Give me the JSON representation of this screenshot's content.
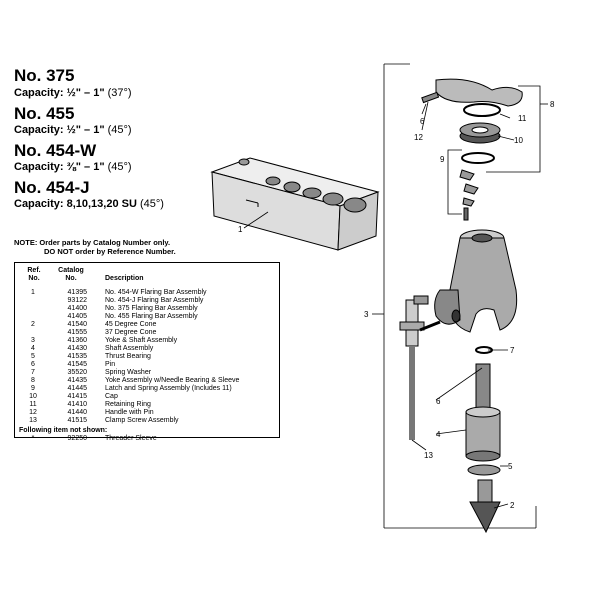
{
  "models": [
    {
      "number": "No. 375",
      "capacity": "Capacity: ",
      "range": "½\" – 1\"",
      "angle": "(37°)"
    },
    {
      "number": "No. 455",
      "capacity": "Capacity: ",
      "range": "½\" – 1\"",
      "angle": "(45°)"
    },
    {
      "number": "No. 454-W",
      "capacity": "Capacity: ",
      "range": "⅜\" – 1\"",
      "angle": "(45°)"
    },
    {
      "number": "No. 454-J",
      "capacity": "Capacity: ",
      "range": "8,10,13,20 SU",
      "angle": "(45°)"
    }
  ],
  "note": {
    "line1": "NOTE: Order parts by Catalog Number only.",
    "line2": "DO NOT order by Reference Number."
  },
  "table": {
    "headers": {
      "ref": "Ref.\nNo.",
      "catalog": "Catalog\nNo.",
      "description": "Description"
    },
    "rows": [
      {
        "ref": "1",
        "catalog": "41395",
        "description": "No. 454-W Flaring Bar Assembly"
      },
      {
        "ref": "",
        "catalog": "93122",
        "description": "No. 454-J Flaring Bar Assembly"
      },
      {
        "ref": "",
        "catalog": "41400",
        "description": "No. 375 Flaring Bar Assembly"
      },
      {
        "ref": "",
        "catalog": "41405",
        "description": "No. 455 Flaring Bar Assembly"
      },
      {
        "ref": "2",
        "catalog": "41540",
        "description": "45 Degree Cone"
      },
      {
        "ref": "",
        "catalog": "41555",
        "description": "37 Degree Cone"
      },
      {
        "ref": "3",
        "catalog": "41360",
        "description": "Yoke & Shaft Assembly"
      },
      {
        "ref": "4",
        "catalog": "41430",
        "description": "Shaft Assembly"
      },
      {
        "ref": "5",
        "catalog": "41535",
        "description": "Thrust Bearing"
      },
      {
        "ref": "6",
        "catalog": "41545",
        "description": "Pin"
      },
      {
        "ref": "7",
        "catalog": "35520",
        "description": "Spring Washer"
      },
      {
        "ref": "8",
        "catalog": "41435",
        "description": "Yoke Assembly w/Needle Bearing & Sleeve"
      },
      {
        "ref": "9",
        "catalog": "41445",
        "description": "Latch and Spring Assembly (Includes 11)"
      },
      {
        "ref": "10",
        "catalog": "41415",
        "description": "Cap"
      },
      {
        "ref": "11",
        "catalog": "41410",
        "description": "Retaining Ring"
      },
      {
        "ref": "12",
        "catalog": "41440",
        "description": "Handle with Pin"
      },
      {
        "ref": "13",
        "catalog": "41515",
        "description": "Clamp Screw Assembly"
      }
    ],
    "footnote": "Following item not shown:",
    "extra": {
      "ref": "*",
      "catalog": "92250",
      "description": "Threader Sleeve"
    }
  },
  "callouts": [
    "1",
    "2",
    "3",
    "4",
    "5",
    "6",
    "7",
    "8",
    "9",
    "10",
    "11",
    "12",
    "13"
  ]
}
